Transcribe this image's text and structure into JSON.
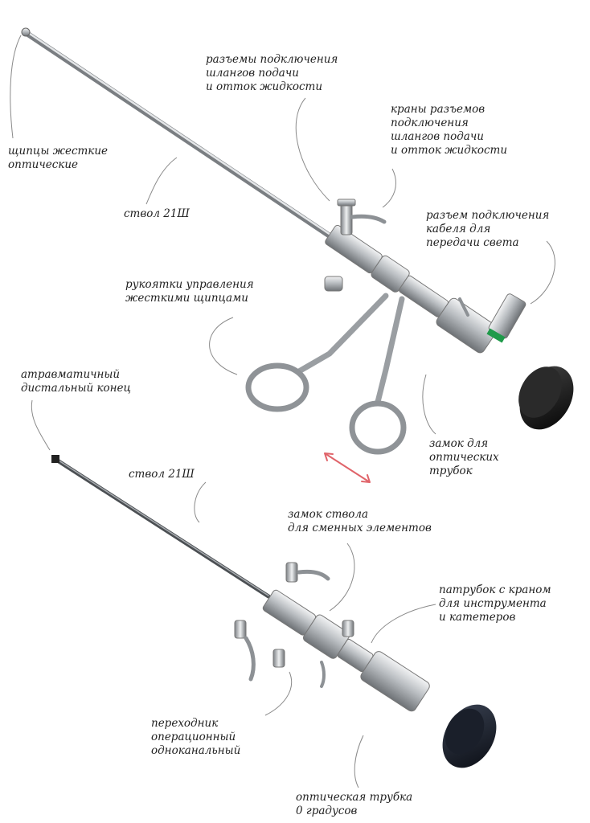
{
  "colors": {
    "text": "#222222",
    "leader": "#8a8a8a",
    "steel_dark": "#6e7276",
    "steel_light": "#e8eaec",
    "eyepiece": "#111111",
    "green_ring": "#1f9a4a",
    "arrow": "#e0646a"
  },
  "labels": [
    {
      "id": "forceps",
      "lines": [
        "щипцы жесткие",
        "оптические"
      ]
    },
    {
      "id": "shaft-top",
      "lines": [
        "ствол 21Ш"
      ]
    },
    {
      "id": "fluid-connectors",
      "lines": [
        "разъемы подключения",
        "шлангов подачи",
        "и отток жидкости"
      ]
    },
    {
      "id": "connector-taps",
      "lines": [
        "краны разъемов",
        "подключения",
        "шлангов подачи",
        "и отток жидкости"
      ]
    },
    {
      "id": "light-cable",
      "lines": [
        "разъем подключения",
        "кабеля для",
        "передачи света"
      ]
    },
    {
      "id": "forceps-handles",
      "lines": [
        "рукоятки управления",
        "жесткими щипцами"
      ]
    },
    {
      "id": "atraumatic-tip",
      "lines": [
        "атравматичный",
        "дистальный конец"
      ]
    },
    {
      "id": "optic-lock",
      "lines": [
        "замок для",
        "оптических",
        "трубок"
      ]
    },
    {
      "id": "shaft-bottom",
      "lines": [
        "ствол 21Ш"
      ]
    },
    {
      "id": "shaft-lock",
      "lines": [
        "замок ствола",
        "для сменных элементов"
      ]
    },
    {
      "id": "tap-nozzle",
      "lines": [
        "патрубок с краном",
        "для инструмента",
        "и катетеров"
      ]
    },
    {
      "id": "adapter",
      "lines": [
        "переходник",
        "операционный",
        "одноканальный"
      ]
    },
    {
      "id": "optic-tube",
      "lines": [
        "оптическая трубка",
        "0 градусов"
      ]
    }
  ]
}
